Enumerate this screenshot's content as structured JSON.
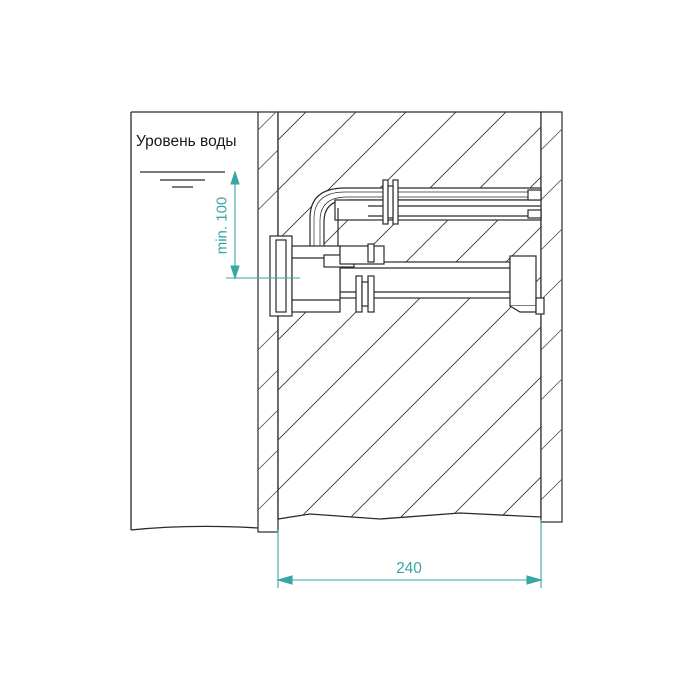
{
  "labels": {
    "water_level": "Уровень воды",
    "min_depth": "min. 100",
    "wall_width": "240"
  },
  "colors": {
    "line": "#2a2a2a",
    "dimension": "#3aa5a5",
    "background": "#ffffff"
  }
}
